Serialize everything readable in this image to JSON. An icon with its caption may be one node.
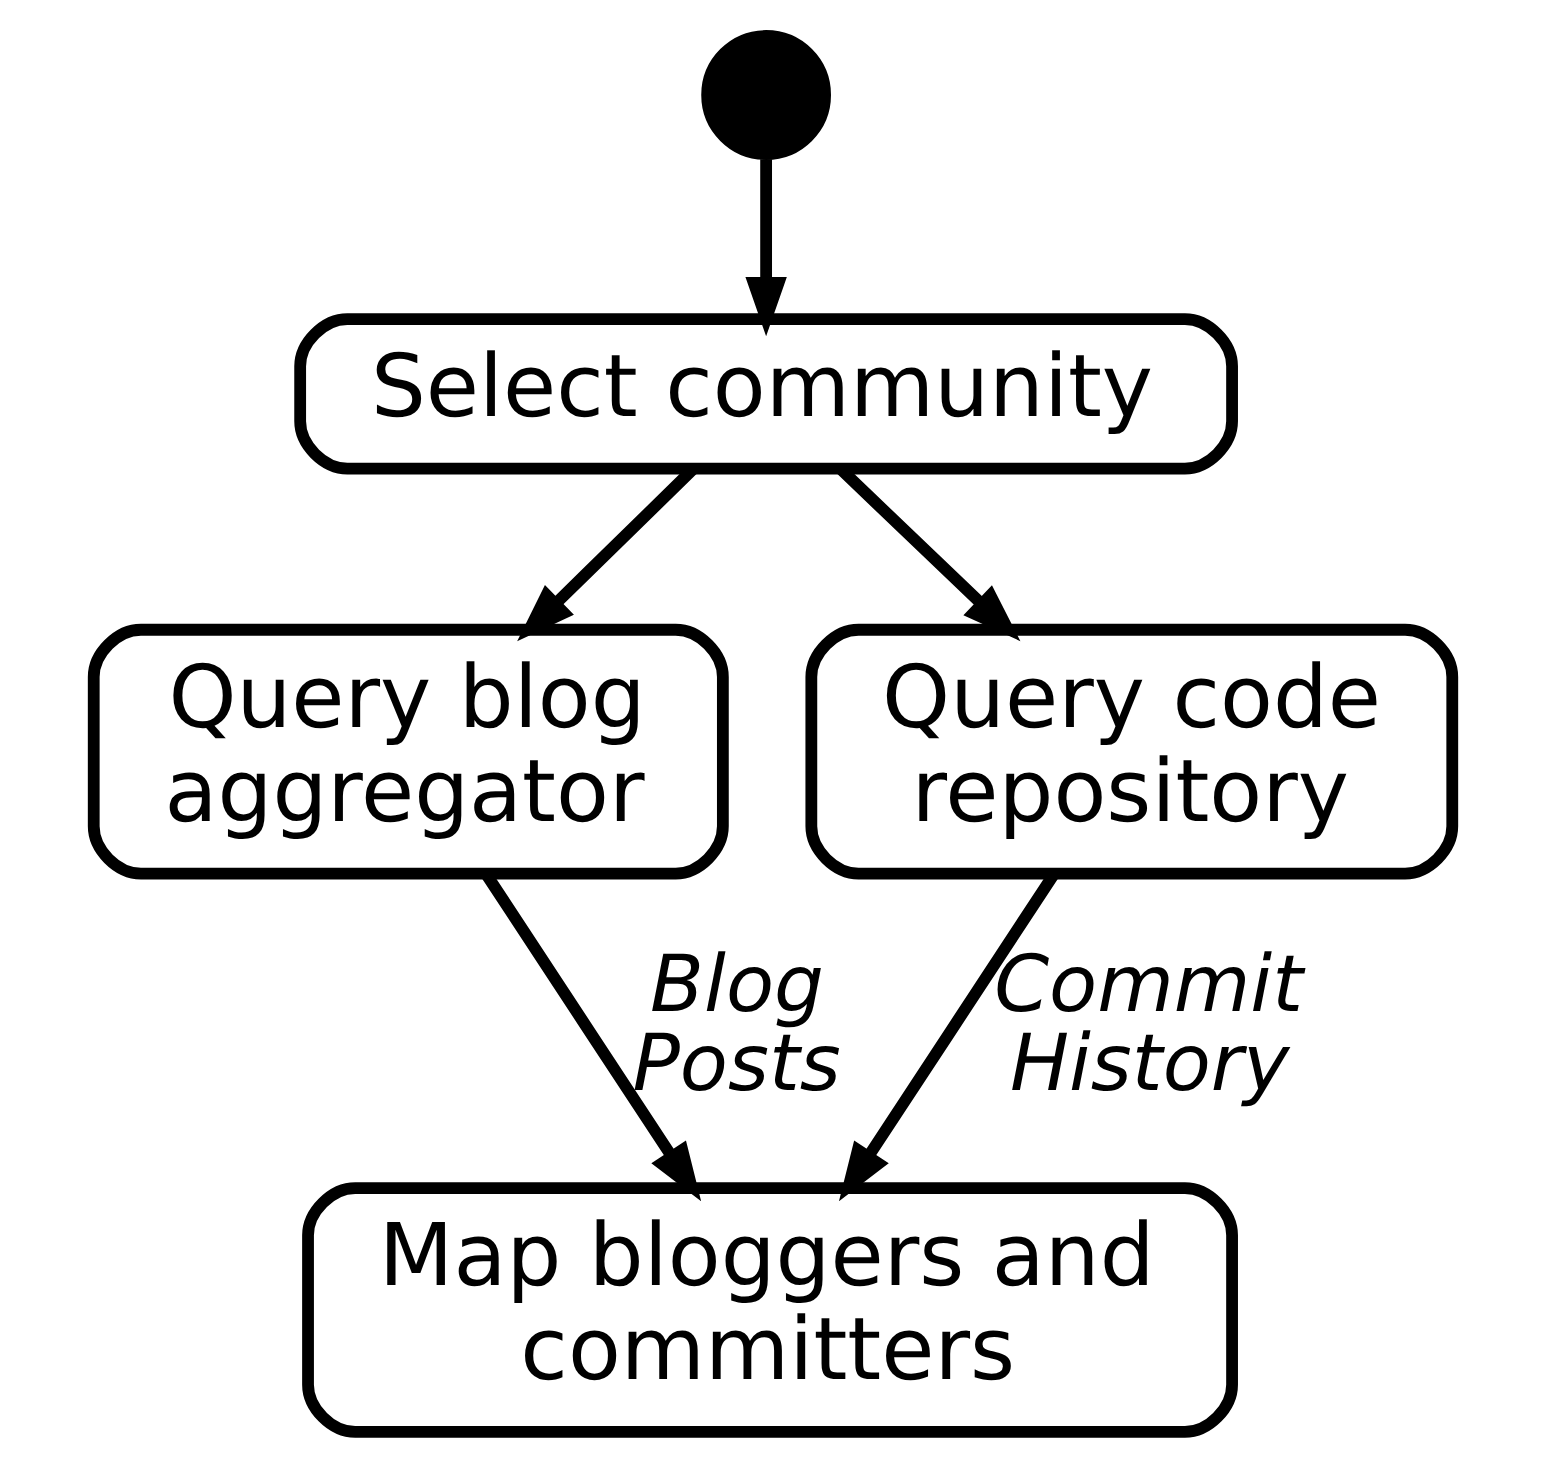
{
  "diagram": {
    "nodes": [
      {
        "text": [],
        "shape": "circle"
      },
      {
        "text": [
          "Select community"
        ]
      },
      {
        "text": [
          "Query blog aggregator"
        ]
      },
      {
        "text": [
          "Query code repository"
        ]
      },
      {
        "text": [
          "Map bloggers and committers"
        ]
      }
    ],
    "edges": [
      {
        "from": 0,
        "to": 1,
        "arrow": "to"
      },
      {
        "from": 1,
        "to": 2,
        "arrow": "to"
      },
      {
        "from": 1,
        "to": 3,
        "arrow": "to"
      },
      {
        "from": 2,
        "to": 4,
        "arrow": "to",
        "label": "Blog Posts"
      },
      {
        "from": 3,
        "to": 4,
        "arrow": "to",
        "label": "Commit History"
      }
    ]
  }
}
